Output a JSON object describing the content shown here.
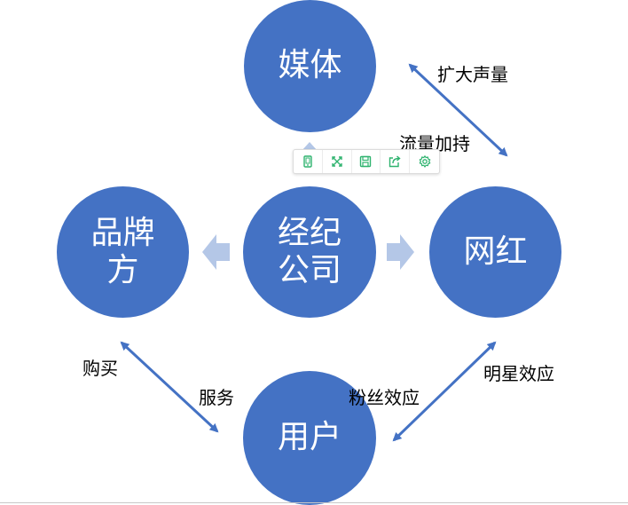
{
  "nodes": {
    "media": "媒体",
    "agency": "经纪\n公司",
    "brand": "品牌\n方",
    "influencer": "网红",
    "user": "用户"
  },
  "edge_labels": {
    "amplify": "扩大声量",
    "traffic": "流量加持",
    "buy": "购买",
    "service": "服务",
    "fans": "粉丝效应",
    "star": "明星效应"
  },
  "toolbar": {
    "buttons": [
      "tablet-icon",
      "expand-icon",
      "save-icon",
      "share-icon",
      "settings-icon"
    ]
  },
  "colors": {
    "node_fill": "#4472c4",
    "arrow": "#4472c4",
    "side_arrow": "#b4c7e7",
    "toolbar_icon": "#2fb36f"
  }
}
